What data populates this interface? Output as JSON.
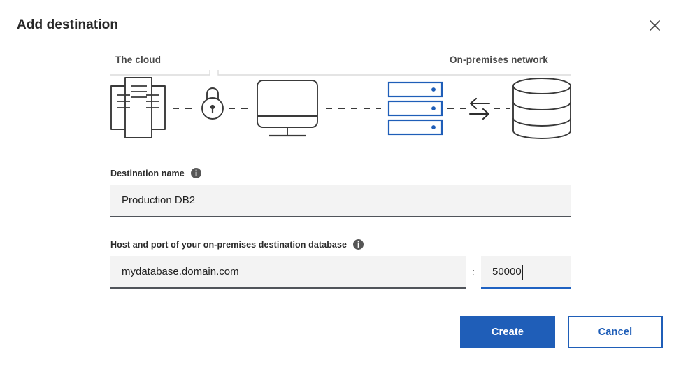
{
  "dialog": {
    "title": "Add destination",
    "close_icon": "close-icon"
  },
  "diagram": {
    "cloud_label": "The cloud",
    "onprem_label": "On-premises network",
    "nodes": [
      {
        "icon": "documents-stack-icon",
        "zone": "cloud"
      },
      {
        "icon": "padlock-icon",
        "zone": "cloud"
      },
      {
        "icon": "monitor-icon",
        "zone": "cloud"
      },
      {
        "icon": "server-rack-icon",
        "zone": "on-premises"
      },
      {
        "icon": "exchange-arrows-icon",
        "zone": "on-premises"
      },
      {
        "icon": "database-cylinder-icon",
        "zone": "on-premises"
      }
    ]
  },
  "form": {
    "destination_name": {
      "label": "Destination name",
      "info_icon": "info-icon",
      "value": "Production DB2",
      "placeholder": ""
    },
    "host_and_port": {
      "label": "Host and port of your on-premises destination database",
      "info_icon": "info-icon",
      "separator": ":",
      "host": {
        "value": "mydatabase.domain.com",
        "placeholder": ""
      },
      "port": {
        "value": "50000",
        "placeholder": ""
      }
    }
  },
  "footer": {
    "create_label": "Create",
    "cancel_label": "Cancel"
  },
  "colors": {
    "accent_blue": "#1f5eb8",
    "focus_blue": "#1f62c2",
    "field_bg": "#f3f3f3",
    "field_border": "#50545a",
    "icon_stroke": "#3a3a3a",
    "zone_rule": "#dcdcdc"
  }
}
